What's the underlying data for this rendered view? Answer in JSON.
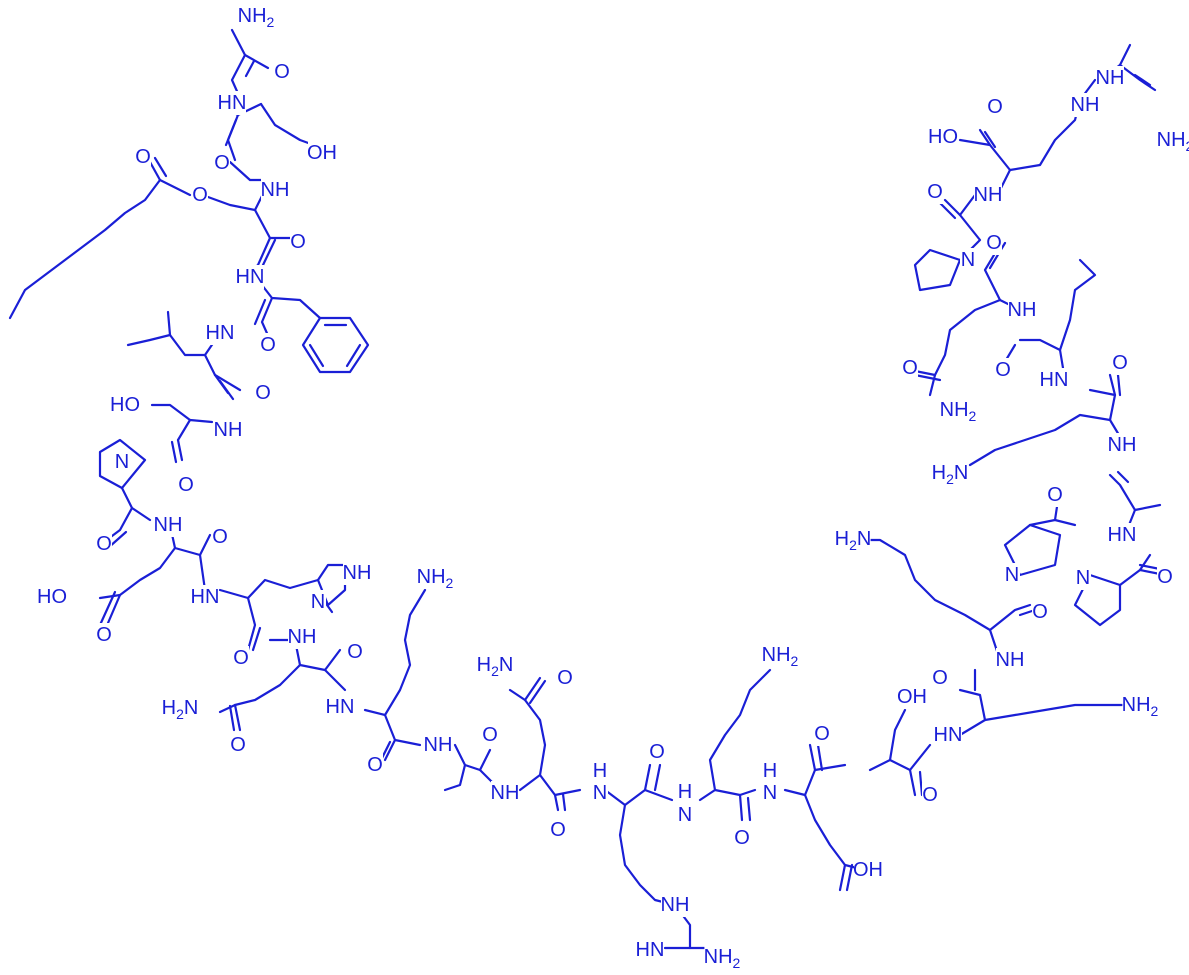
{
  "molecule": {
    "color": "#1a1fd6",
    "labels": [
      {
        "id": "l1",
        "t": "NH",
        "sub": "2"
      },
      {
        "id": "l2",
        "t": "O"
      },
      {
        "id": "l3",
        "t": "HN"
      },
      {
        "id": "l4",
        "t": "O"
      },
      {
        "id": "l5",
        "t": "OH"
      },
      {
        "id": "l6",
        "t": "O"
      },
      {
        "id": "l7",
        "t": "O"
      },
      {
        "id": "l8",
        "t": "NH"
      },
      {
        "id": "l9",
        "t": "O"
      },
      {
        "id": "l10",
        "t": "HN"
      },
      {
        "id": "l11",
        "t": "HN"
      },
      {
        "id": "l12",
        "t": "O"
      },
      {
        "id": "l13",
        "t": "O"
      },
      {
        "id": "l14",
        "t": "HO"
      },
      {
        "id": "l15",
        "t": "NH"
      },
      {
        "id": "l16",
        "t": "N"
      },
      {
        "id": "l17",
        "t": "O"
      },
      {
        "id": "l18",
        "t": "O"
      },
      {
        "id": "l19",
        "t": "NH"
      },
      {
        "id": "l20",
        "t": "O"
      },
      {
        "id": "l21",
        "t": "HO"
      },
      {
        "id": "l22",
        "t": "O"
      },
      {
        "id": "l23",
        "t": "HN"
      },
      {
        "id": "l24",
        "t": "NH"
      },
      {
        "id": "l25",
        "t": "N"
      },
      {
        "id": "l26",
        "t": "O"
      },
      {
        "id": "l27",
        "t": "NH"
      },
      {
        "id": "l28",
        "t": "O"
      },
      {
        "id": "l29",
        "t": "H",
        "sub": "2",
        "after": "N"
      },
      {
        "id": "l30",
        "t": "O"
      },
      {
        "id": "l31",
        "t": "NH",
        "sub": "2"
      },
      {
        "id": "l32",
        "t": "HN"
      },
      {
        "id": "l33",
        "t": "O"
      },
      {
        "id": "l34",
        "t": "NH"
      },
      {
        "id": "l35",
        "t": "O"
      },
      {
        "id": "l36",
        "t": "H",
        "sub": "2",
        "after": "N"
      },
      {
        "id": "l37",
        "t": "O"
      },
      {
        "id": "l38",
        "t": "NH"
      },
      {
        "id": "l39",
        "t": "O"
      },
      {
        "id": "l40",
        "t": "N"
      },
      {
        "id": "l41",
        "t": "H"
      },
      {
        "id": "l42",
        "t": "NH",
        "sub": "2"
      },
      {
        "id": "l43",
        "t": "O"
      },
      {
        "id": "l44",
        "t": "N"
      },
      {
        "id": "l45",
        "t": "H"
      },
      {
        "id": "l46",
        "t": "O"
      },
      {
        "id": "l47",
        "t": "NH"
      },
      {
        "id": "l48",
        "t": "HN"
      },
      {
        "id": "l49",
        "t": "NH",
        "sub": "2"
      },
      {
        "id": "l50",
        "t": "N"
      },
      {
        "id": "l51",
        "t": "H"
      },
      {
        "id": "l52",
        "t": "O"
      },
      {
        "id": "l53",
        "t": "OH"
      },
      {
        "id": "l54",
        "t": "OH"
      },
      {
        "id": "l55",
        "t": "NH",
        "sub": "2"
      },
      {
        "id": "l56",
        "t": "HN"
      },
      {
        "id": "l57",
        "t": "O"
      },
      {
        "id": "l58",
        "t": "O"
      },
      {
        "id": "l59",
        "t": "NH"
      },
      {
        "id": "l60",
        "t": "H",
        "sub": "2",
        "after": "N"
      },
      {
        "id": "l61",
        "t": "N"
      },
      {
        "id": "l62",
        "t": "O"
      },
      {
        "id": "l63",
        "t": "N"
      },
      {
        "id": "l64",
        "t": "O"
      },
      {
        "id": "l65",
        "t": "HN"
      },
      {
        "id": "l66",
        "t": "O"
      },
      {
        "id": "l67",
        "t": "NH"
      },
      {
        "id": "l68",
        "t": "H",
        "sub": "2",
        "after": "N"
      },
      {
        "id": "l69",
        "t": "HN"
      },
      {
        "id": "l70",
        "t": "O"
      },
      {
        "id": "l71",
        "t": "O"
      },
      {
        "id": "l72",
        "t": "NH"
      },
      {
        "id": "l73",
        "t": "O"
      },
      {
        "id": "l74",
        "t": "NH",
        "sub": "2"
      },
      {
        "id": "l75",
        "t": "N"
      },
      {
        "id": "l76",
        "t": "O"
      },
      {
        "id": "l77",
        "t": "O"
      },
      {
        "id": "l78",
        "t": "NH"
      },
      {
        "id": "l79",
        "t": "HO"
      },
      {
        "id": "l80",
        "t": "O"
      },
      {
        "id": "l81",
        "t": "NH"
      },
      {
        "id": "l82",
        "t": "NH"
      },
      {
        "id": "l83",
        "t": "NH",
        "sub": "2"
      }
    ]
  }
}
